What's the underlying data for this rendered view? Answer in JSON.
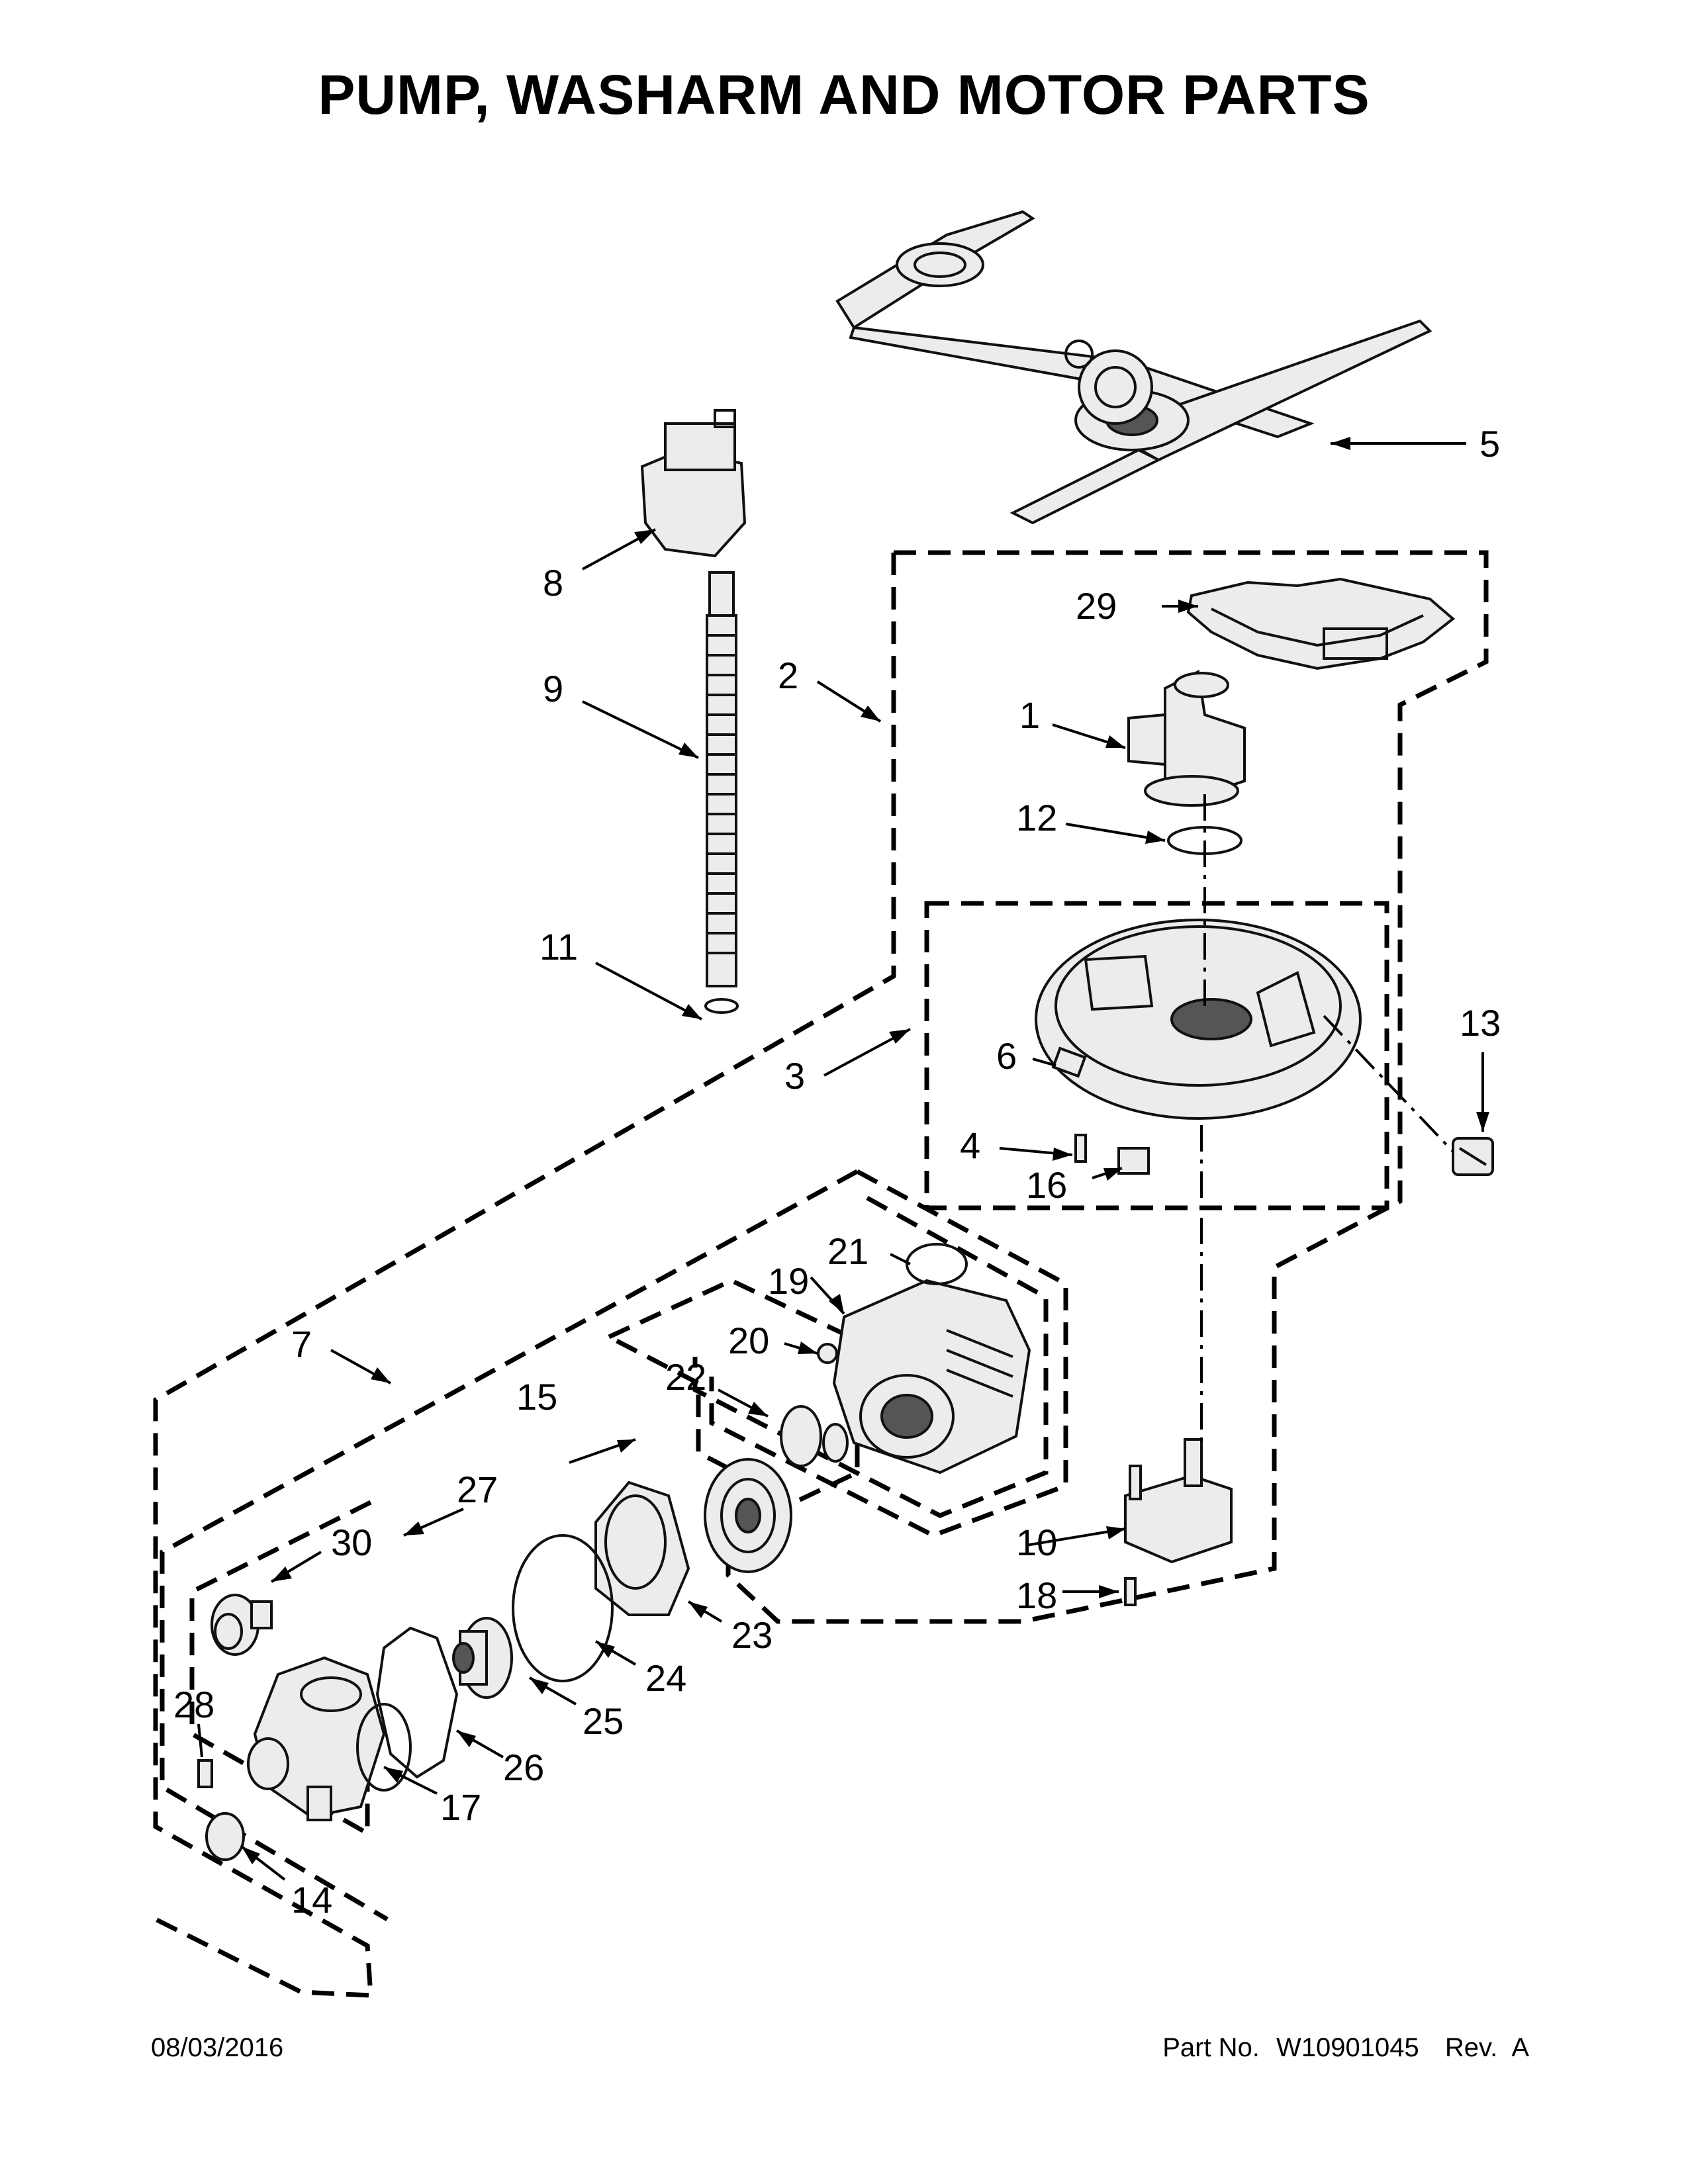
{
  "title": "PUMP, WASHARM AND MOTOR PARTS",
  "callouts": {
    "c1": "1",
    "c2": "2",
    "c3": "3",
    "c4": "4",
    "c5": "5",
    "c6": "6",
    "c7": "7",
    "c8": "8",
    "c9": "9",
    "c10": "10",
    "c11": "11",
    "c12": "12",
    "c13": "13",
    "c14": "14",
    "c15": "15",
    "c16": "16",
    "c17": "17",
    "c18": "18",
    "c19": "19",
    "c20": "20",
    "c21": "21",
    "c22": "22",
    "c23": "23",
    "c24": "24",
    "c25": "25",
    "c26": "26",
    "c27": "27",
    "c28": "28",
    "c29": "29",
    "c30": "30"
  },
  "footer": {
    "date": "08/03/2016",
    "part_label": "Part No.",
    "part_number": "W10901045",
    "rev_label": "Rev.",
    "rev": "A"
  }
}
